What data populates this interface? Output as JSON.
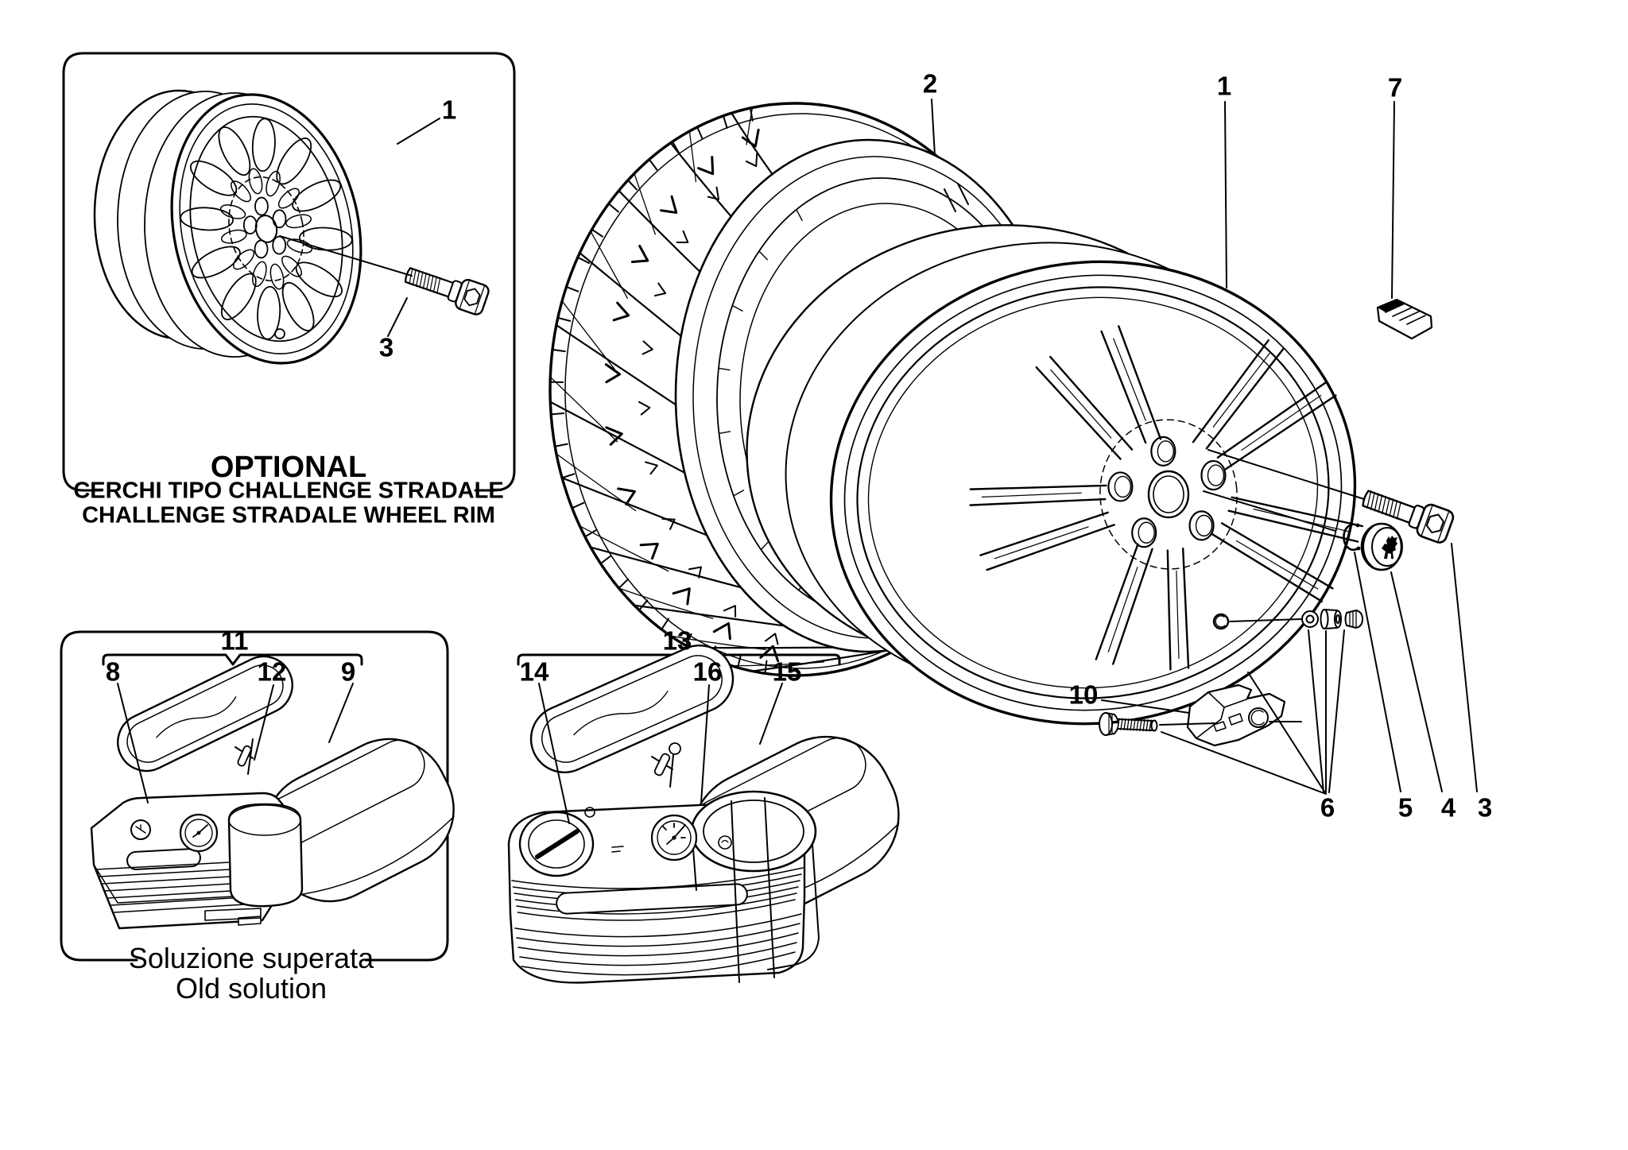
{
  "page": {
    "background": "#ffffff",
    "line_color": "#000000"
  },
  "optional_box": {
    "callout_rim": "1",
    "callout_bolt": "3",
    "title": "OPTIONAL",
    "subtitle_it": "CERCHI TIPO CHALLENGE STRADALE",
    "subtitle_en": "CHALLENGE STRADALE WHEEL RIM"
  },
  "wheel_assembly": {
    "callout_tyre": "2",
    "callout_rim": "1",
    "callout_weight": "7",
    "callout_bracket": "10",
    "callout_valve": "6",
    "callout_circlip": "5",
    "callout_cap": "4",
    "callout_bolt": "3"
  },
  "old_solution_box": {
    "callout_kit": "11",
    "callout_compressor": "8",
    "callout_pin": "12",
    "callout_case": "9",
    "caption_it": "Soluzione superata",
    "caption_en": "Old solution"
  },
  "new_kit": {
    "callout_kit": "13",
    "callout_compressor": "14",
    "callout_pin": "16",
    "callout_case": "15"
  }
}
